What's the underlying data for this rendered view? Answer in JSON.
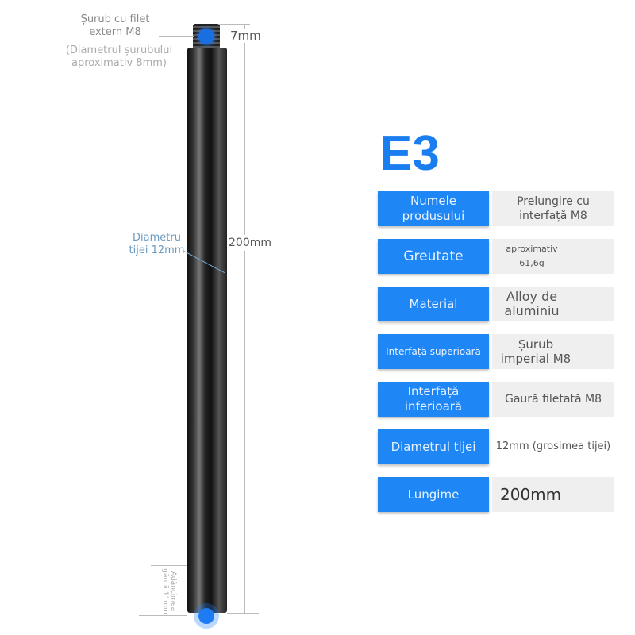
{
  "diagram": {
    "screw_label": "Șurub cu filet extern M8",
    "screw_note": "(Diametrul șurubului aproximativ 8mm)",
    "thread_length": "7mm",
    "rod_diameter_label": "Diametru tijei 12mm",
    "rod_length": "200mm",
    "hole_depth_label": "Adâncimea găurii 11mm",
    "accent_color": "#1e86f5"
  },
  "specs": {
    "title": "E3",
    "rows": [
      {
        "key": "Numele produsului",
        "value": "Prelungire cu interfață M8"
      },
      {
        "key": "Greutate",
        "value": "aproximativ 61,6g"
      },
      {
        "key": "Material",
        "value": "Alloy de aluminiu"
      },
      {
        "key": "Interfață superioară",
        "value": "Șurub imperial M8"
      },
      {
        "key": "Interfață inferioară",
        "value": "Gaură filetată M8"
      },
      {
        "key": "Diametrul tijei",
        "value": "12mm (grosimea tijei)"
      },
      {
        "key": "Lungime",
        "value": "200mm"
      }
    ]
  }
}
